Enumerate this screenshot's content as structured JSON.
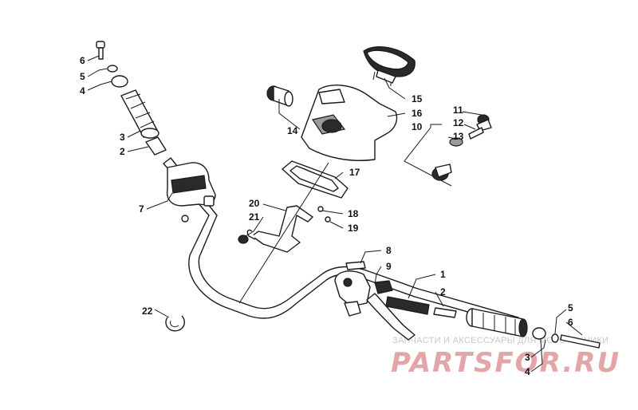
{
  "callouts": {
    "c1": "1",
    "c2a": "2",
    "c2b": "2",
    "c3a": "3",
    "c3b": "3",
    "c4a": "4",
    "c4b": "4",
    "c5a": "5",
    "c5b": "5",
    "c6a": "6",
    "c6b": "6",
    "c7": "7",
    "c8": "8",
    "c9": "9",
    "c10": "10",
    "c11": "11",
    "c12": "12",
    "c13": "13",
    "c14": "14",
    "c15": "15",
    "c16": "16",
    "c17": "17",
    "c18": "18",
    "c19": "19",
    "c20": "20",
    "c21": "21",
    "c22": "22"
  },
  "watermark": {
    "tagline": "ЗАПЧАСТИ И АКСЕССУАРЫ ДЛЯ МОТОТЕХНИКИ",
    "brand": "PARTSFOR.RU"
  }
}
